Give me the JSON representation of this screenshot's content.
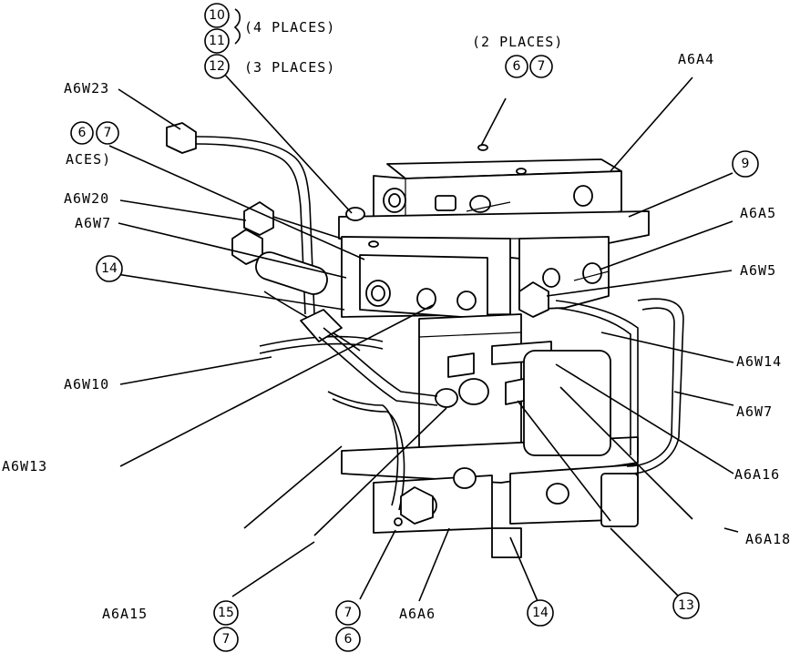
{
  "labels": {
    "a6w23": "A6W23",
    "a6w20": "A6W20",
    "a6w7_left": "A6W7",
    "a6w10": "A6W10",
    "a6w13": "A6W13",
    "a6a15": "A6A15",
    "a6a6": "A6A6",
    "a6a4": "A6A4",
    "a6a5": "A6A5",
    "a6w5": "A6W5",
    "a6w14": "A6W14",
    "a6w7_right": "A6W7",
    "a6a16": "A6A16",
    "a6a18": "A6A18",
    "aces": "ACES)",
    "four_places": "(4 PLACES)",
    "three_places": "(3 PLACES)",
    "two_places": "(2 PLACES)"
  },
  "callouts": {
    "c10": "10",
    "c11": "11",
    "c12": "12",
    "c6a": "6",
    "c7a": "7",
    "c6b": "6",
    "c7b": "7",
    "c9": "9",
    "c14a": "14",
    "c15": "15",
    "c7c": "7",
    "c7d": "7",
    "c6c": "6",
    "c14b": "14",
    "c13": "13"
  }
}
